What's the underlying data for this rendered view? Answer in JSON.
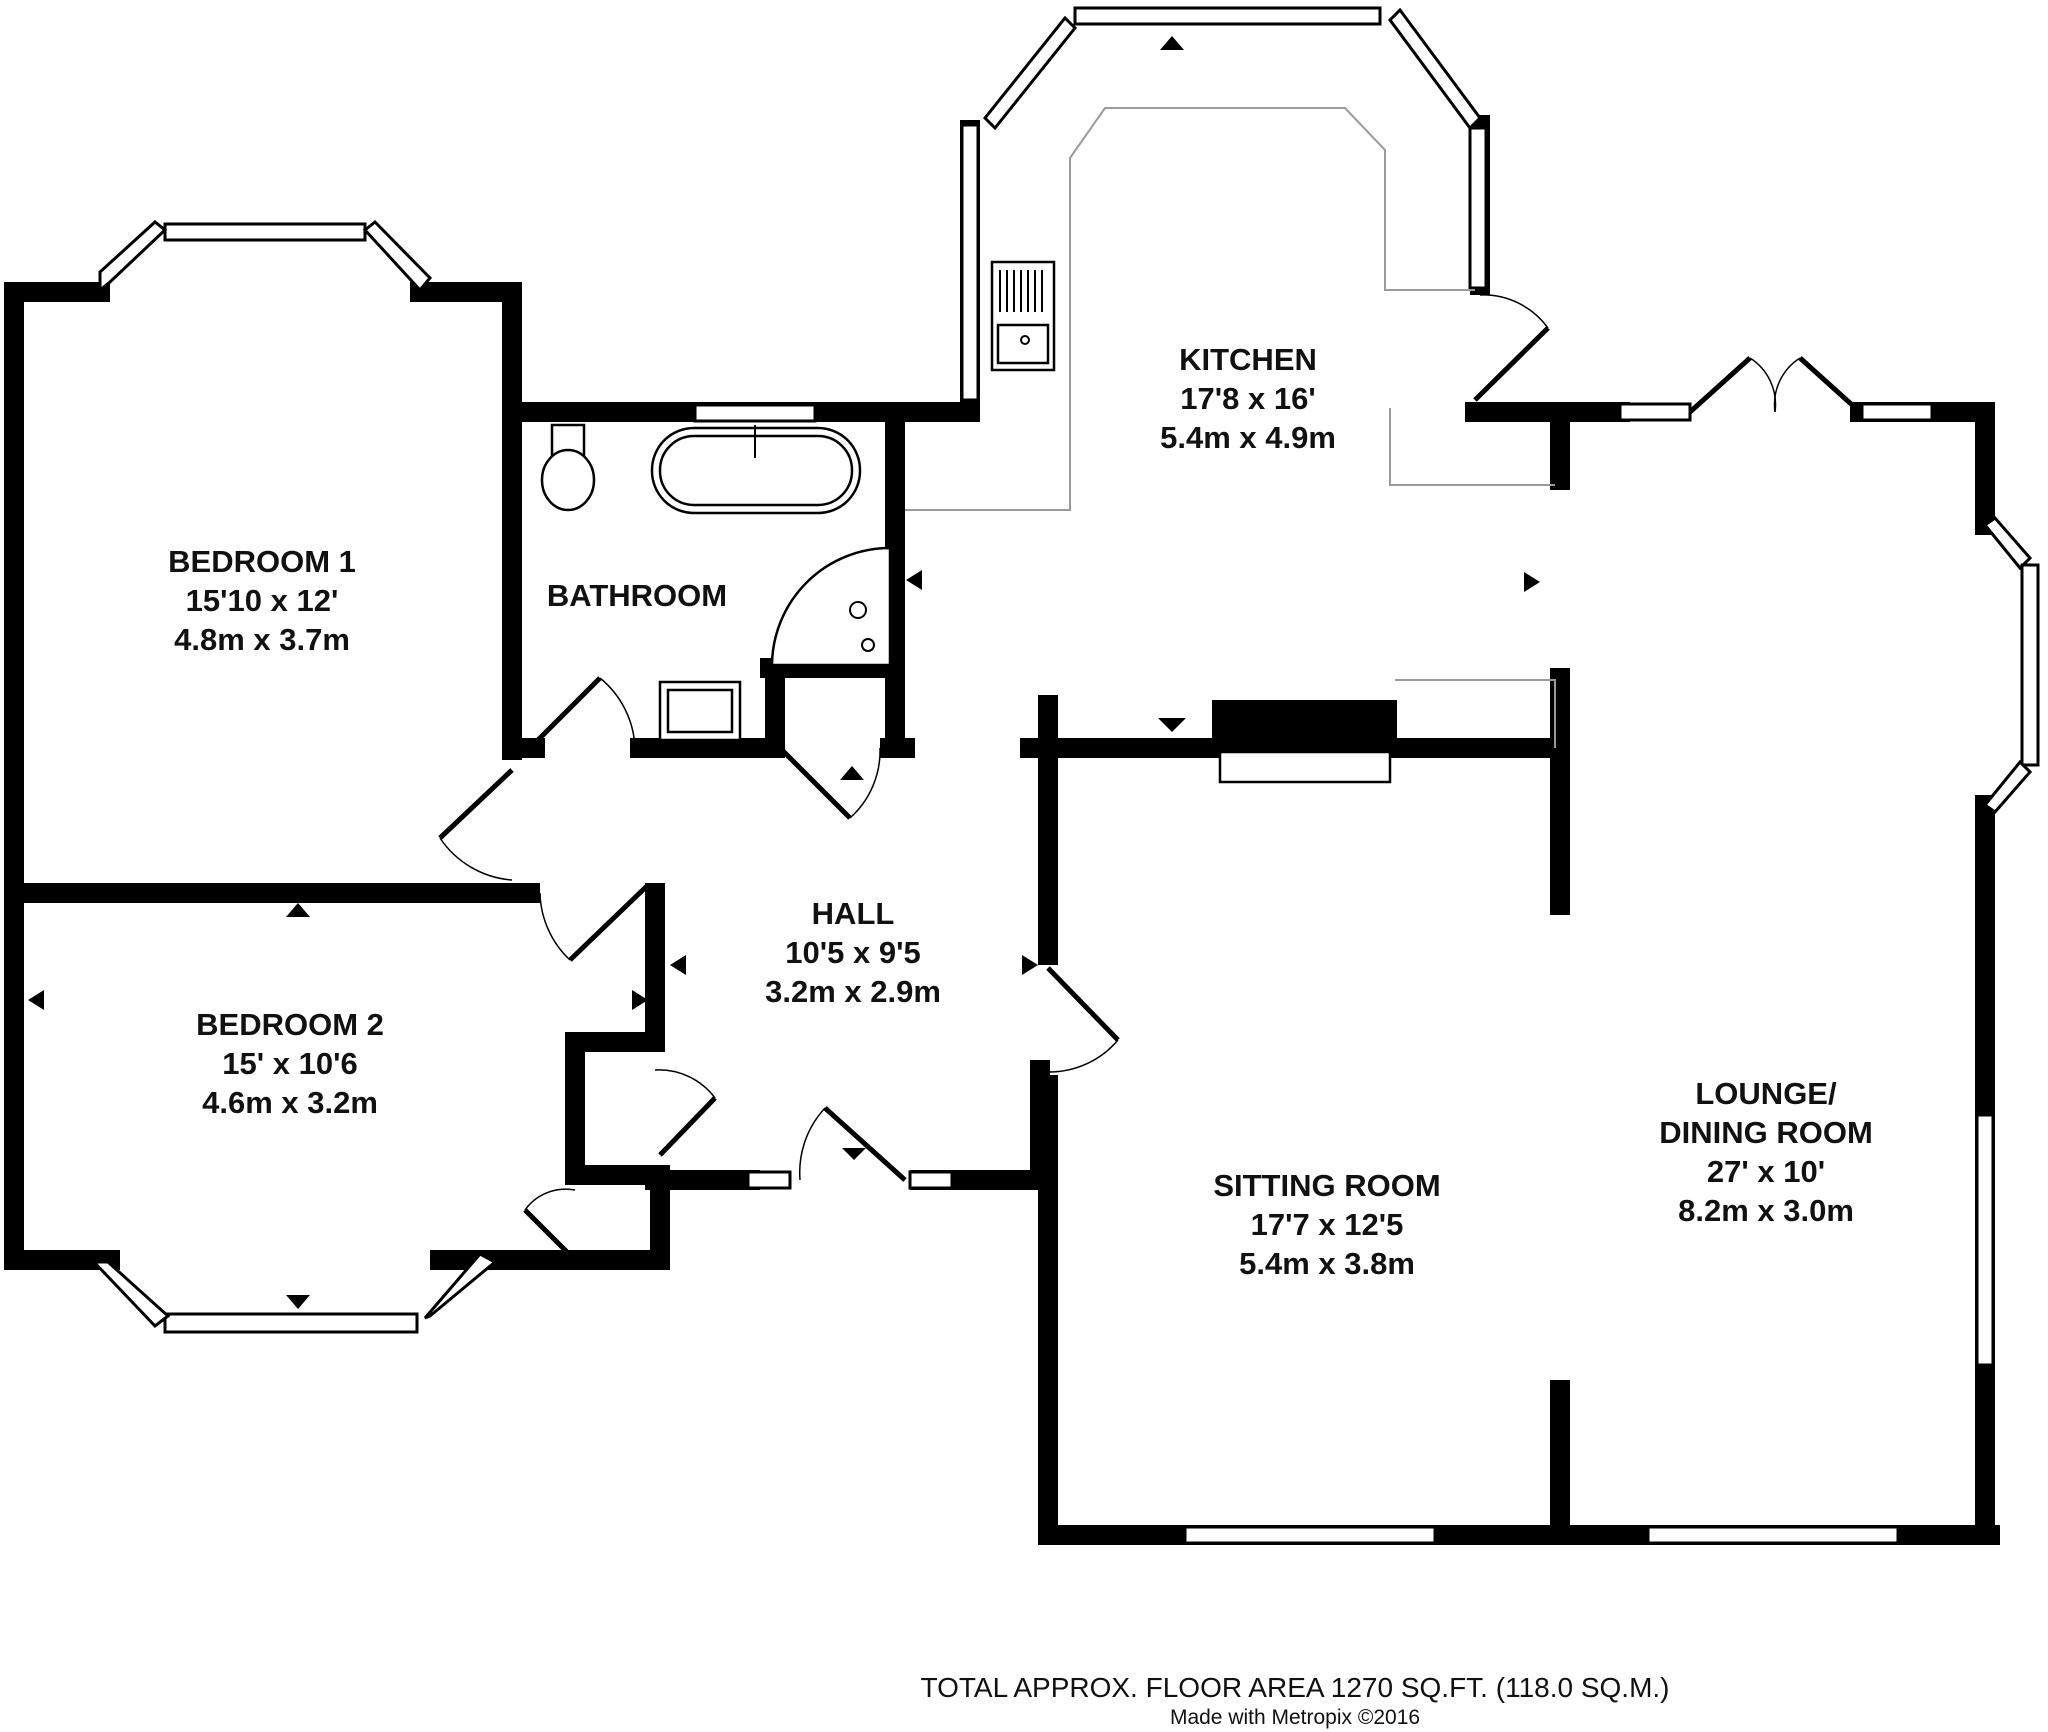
{
  "rooms": [
    {
      "name": "BEDROOM 1",
      "imperial": "15'10 x 12'",
      "metric": "4.8m x 3.7m"
    },
    {
      "name": "BEDROOM 2",
      "imperial": "15' x 10'6",
      "metric": "4.6m x 3.2m"
    },
    {
      "name": "BATHROOM"
    },
    {
      "name": "KITCHEN",
      "imperial": "17'8 x 16'",
      "metric": "5.4m x 4.9m"
    },
    {
      "name": "HALL",
      "imperial": "10'5 x 9'5",
      "metric": "3.2m x 2.9m"
    },
    {
      "name": "SITTING ROOM",
      "imperial": "17'7 x 12'5",
      "metric": "5.4m x 3.8m"
    },
    {
      "name": "LOUNGE/",
      "name2": "DINING ROOM",
      "imperial": "27' x 10'",
      "metric": "8.2m x 3.0m"
    }
  ],
  "footer": {
    "total_area": "TOTAL APPROX. FLOOR AREA 1270 SQ.FT. (118.0 SQ.M.)",
    "credit": "Made with Metropix ©2016"
  }
}
